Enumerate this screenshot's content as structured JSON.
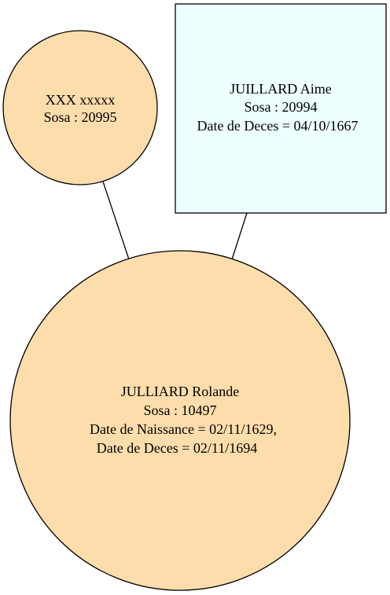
{
  "colors": {
    "female_fill": "#FDDDAB",
    "male_fill": "#EEFFFF",
    "stroke": "#000000",
    "background": "#FFFFFF"
  },
  "nodes": {
    "mother": {
      "name": "XXX xxxxx",
      "sosa": "Sosa : 20995"
    },
    "father": {
      "name": "JUILLARD Aime",
      "sosa": "Sosa : 20994",
      "death": "Date de Deces = 04/10/1667"
    },
    "child": {
      "name": "JULLIARD Rolande",
      "sosa": "Sosa : 10497",
      "birth": "Date de Naissance = 02/11/1629,",
      "death": "Date de Deces = 02/11/1694"
    }
  }
}
